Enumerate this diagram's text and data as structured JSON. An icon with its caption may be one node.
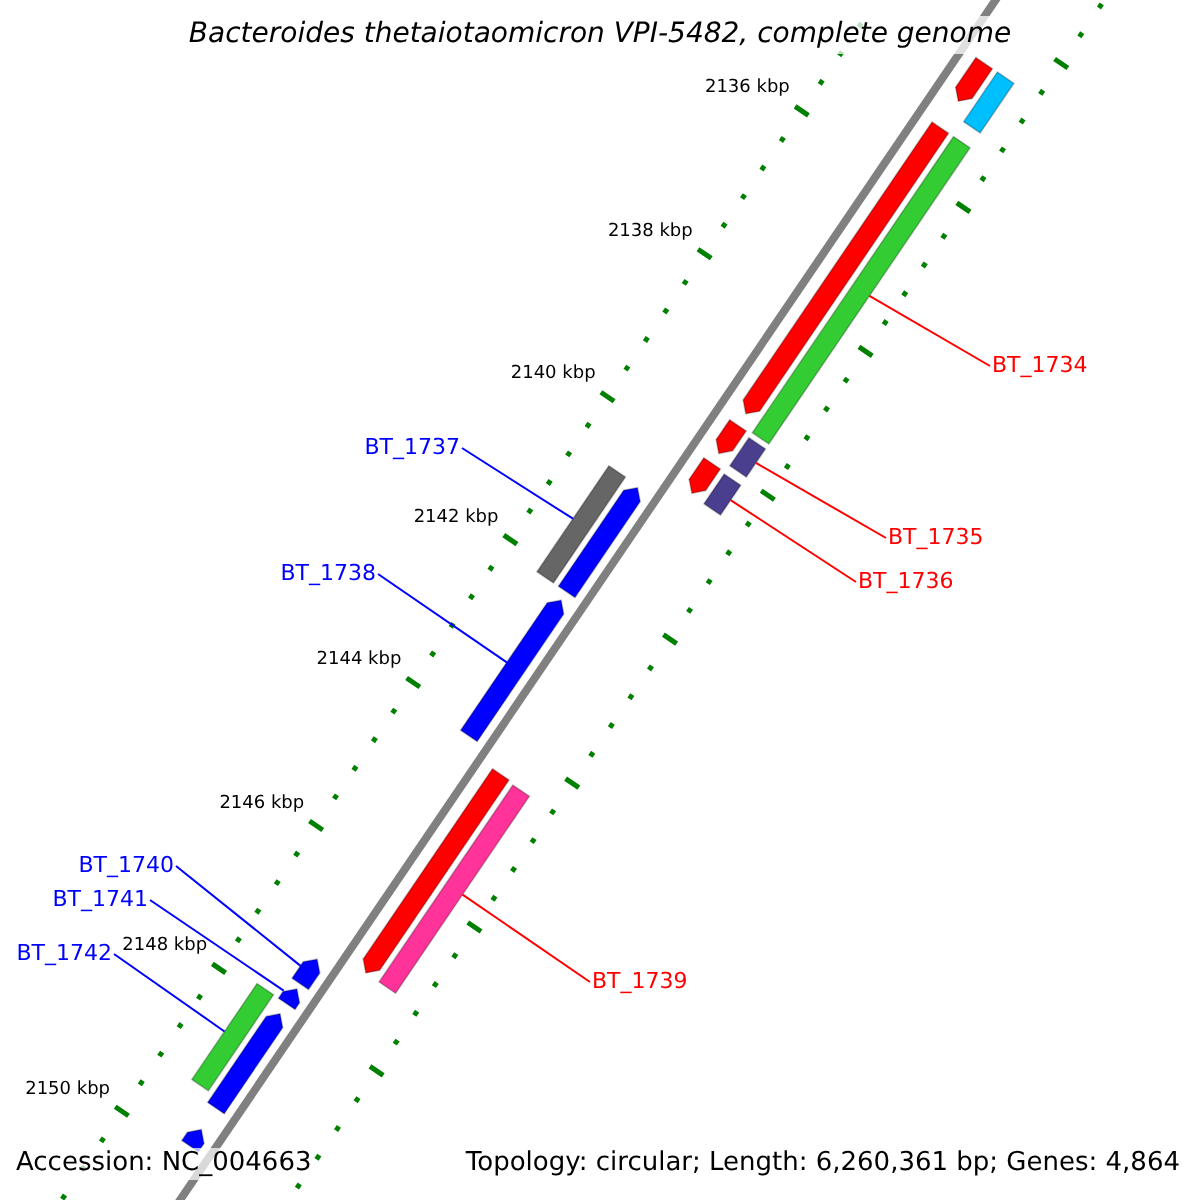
{
  "diagram": {
    "title": "Bacteroides thetaiotaomicron VPI-5482, complete genome",
    "nodes": [
      {
        "text": [
          "BT_1734"
        ]
      },
      {
        "text": [],
        "shape": "bar"
      },
      {
        "text": [
          "BT_1735"
        ]
      },
      {
        "text": [],
        "shape": "bar"
      },
      {
        "text": [
          "BT_1736"
        ]
      },
      {
        "text": [],
        "shape": "bar"
      },
      {
        "text": [
          "BT_1737"
        ]
      },
      {
        "text": [],
        "shape": "bar"
      },
      {
        "text": [
          "BT_1738"
        ]
      },
      {
        "text": [],
        "shape": "bar"
      },
      {
        "text": [
          "BT_1739"
        ]
      },
      {
        "text": [],
        "shape": "bar"
      },
      {
        "text": [
          "BT_1740"
        ]
      },
      {
        "text": [],
        "shape": "bar"
      },
      {
        "text": [
          "BT_1741"
        ]
      },
      {
        "text": [],
        "shape": "bar"
      },
      {
        "text": [
          "BT_1742"
        ]
      },
      {
        "text": [],
        "shape": "bar"
      },
      {
        "text": [],
        "shape": "bar"
      },
      {
        "text": [],
        "shape": "bar"
      },
      {
        "text": [],
        "shape": "bar"
      },
      {
        "text": [],
        "shape": "bar"
      },
      {
        "text": [],
        "shape": "bar"
      },
      {
        "text": [],
        "shape": "bar"
      },
      {
        "text": [],
        "shape": "bar"
      },
      {
        "text": [],
        "shape": "bar"
      },
      {
        "text": [],
        "shape": "bar"
      }
    ],
    "edges": [
      {
        "from": 0,
        "to": 1,
        "arrow": "none",
        "color": "#ff0000"
      },
      {
        "from": 2,
        "to": 3,
        "arrow": "none",
        "color": "#ff0000"
      },
      {
        "from": 4,
        "to": 5,
        "arrow": "none",
        "color": "#ff0000"
      },
      {
        "from": 6,
        "to": 7,
        "arrow": "none",
        "color": "#0000ff"
      },
      {
        "from": 8,
        "to": 9,
        "arrow": "none",
        "color": "#0000ff"
      },
      {
        "from": 10,
        "to": 11,
        "arrow": "none",
        "color": "#ff0000"
      },
      {
        "from": 12,
        "to": 13,
        "arrow": "none",
        "color": "#0000ff"
      },
      {
        "from": 14,
        "to": 15,
        "arrow": "none",
        "color": "#0000ff"
      },
      {
        "from": 16,
        "to": 17,
        "arrow": "none",
        "color": "#0000ff"
      }
    ],
    "labels": [
      "2136 kbp",
      "2138 kbp",
      "2140 kbp",
      "2142 kbp",
      "2144 kbp",
      "2146 kbp",
      "2148 kbp",
      "2150 kbp",
      "Accession: NC_004663",
      "Topology: circular; Length: 6,260,361 bp; Genes: 4,864"
    ]
  }
}
